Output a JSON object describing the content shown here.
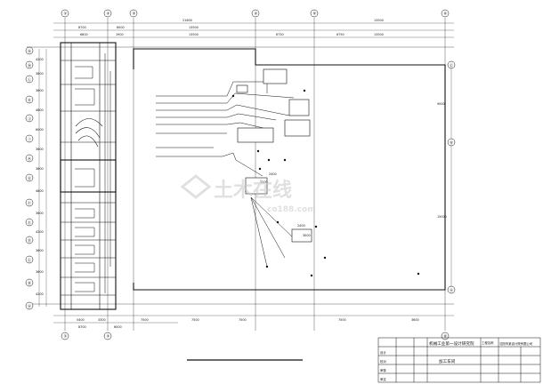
{
  "columns_top": [
    "①",
    "②",
    "③",
    "④",
    "⑤",
    "⑥"
  ],
  "columns_bottom": [
    "①",
    "②",
    "⑥"
  ],
  "rows_left": [
    "Ⓐ",
    "Ⓑ",
    "Ⓒ",
    "Ⓓ",
    "Ⓔ",
    "Ⓕ",
    "Ⓖ",
    "Ⓗ",
    "Ⓘ",
    "Ⓙ",
    "Ⓚ",
    "Ⓛ",
    "Ⓜ",
    "Ⓝ"
  ],
  "rows_right": [
    "Ⓐ",
    "Ⓑ",
    "Ⓒ"
  ],
  "dims_top_1": [
    "8700",
    "6000",
    "13500",
    "6750",
    "6750"
  ],
  "dims_top_2": [
    "6800",
    "1900",
    "13500",
    "13500"
  ],
  "dims_top_outer": [
    "21600",
    "13500"
  ],
  "dims_bottom_1": [
    "5400",
    "3300",
    "7500",
    "7500",
    "7500",
    "7500",
    "3600"
  ],
  "dims_bottom_2": [
    "8700",
    "6000"
  ],
  "dims_left": [
    "4200",
    "3600",
    "3600",
    "4800",
    "6000",
    "3600",
    "3600",
    "4800",
    "3600",
    "4200",
    "3600",
    "3600",
    "4200"
  ],
  "dims_right": [
    "9000",
    "15000"
  ],
  "dims_interior": [
    "2400",
    "2400",
    "3000",
    "1200"
  ],
  "watermark": {
    "main": "土木在线",
    "sub": "co188.com"
  },
  "title_block": {
    "project": "机械工业第一设计研究院",
    "drawing_name": "加工车间",
    "stage_label": "工程名称",
    "company": "沈阳市某设计院有限公司",
    "header_cells": [
      "设计",
      "校对",
      "审核",
      "审定"
    ]
  },
  "colors": {
    "line": "#111111",
    "background": "#ffffff",
    "watermark": "#c8c8c8"
  }
}
